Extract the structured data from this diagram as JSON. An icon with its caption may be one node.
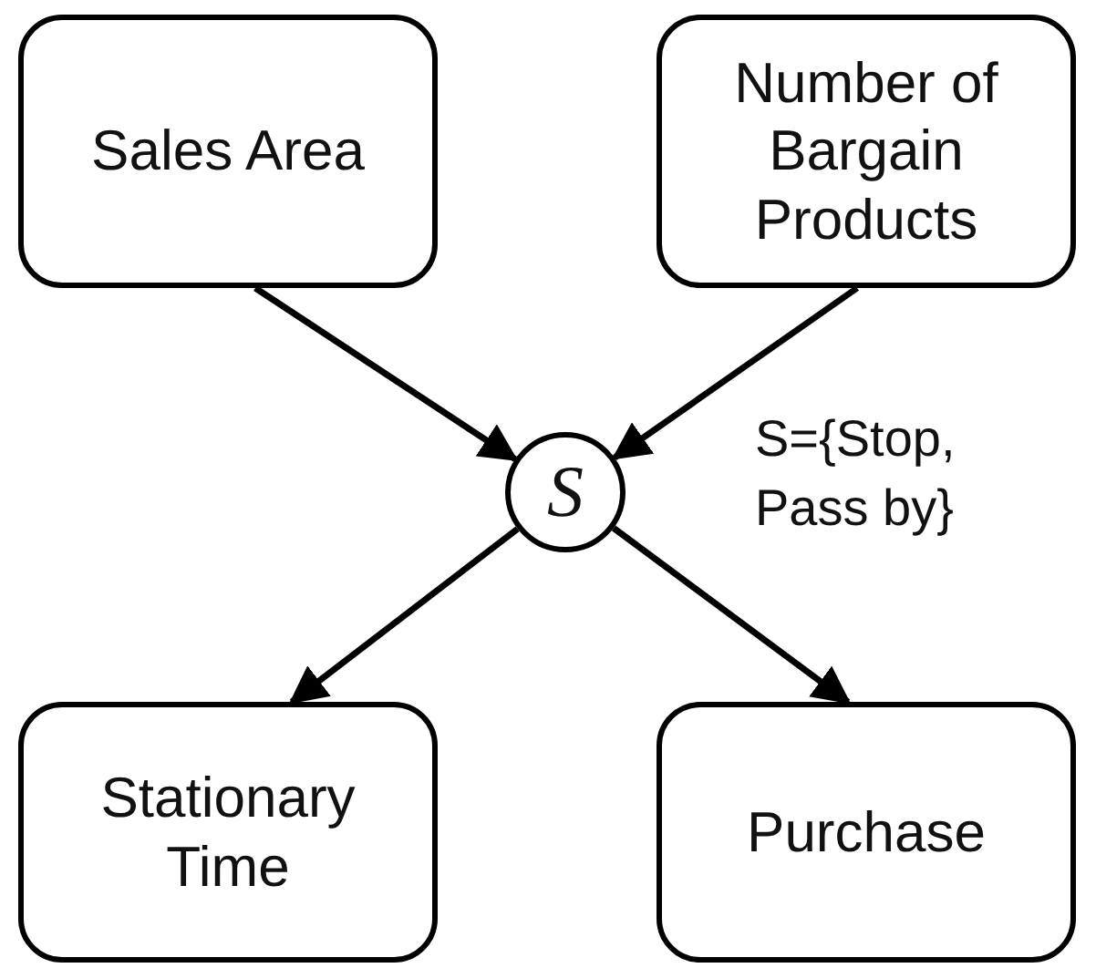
{
  "diagram": {
    "nodes": [
      {
        "text": [
          "Sales Area"
        ]
      },
      {
        "text": [
          "Number of Bargain Products"
        ]
      },
      {
        "text": [
          "S"
        ]
      },
      {
        "text": [
          "Stationary Time"
        ]
      },
      {
        "text": [
          "Purchase"
        ]
      }
    ],
    "edges": [
      {
        "from": 0,
        "to": 2,
        "arrow": "to"
      },
      {
        "from": 1,
        "to": 2,
        "arrow": "to"
      },
      {
        "from": 2,
        "to": 3,
        "arrow": "to"
      },
      {
        "from": 2,
        "to": 4,
        "arrow": "to"
      }
    ],
    "labels": [
      "S={Stop, Pass by}"
    ]
  }
}
